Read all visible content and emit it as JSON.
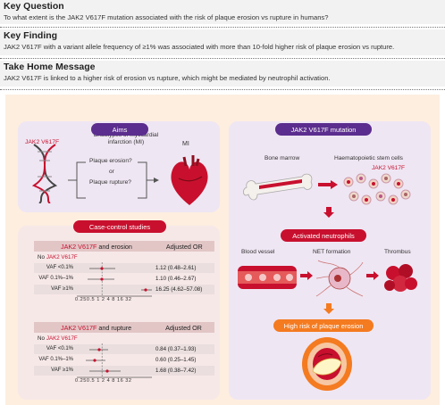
{
  "key_question": {
    "heading": "Key Question",
    "text": "To what extent is the JAK2 V617F mutation associated with the risk of plaque erosion vs rupture in humans?"
  },
  "key_finding": {
    "heading": "Key Finding",
    "text": "JAK2 V617F with a variant allele frequency of ≥1% was associated with more than 10-fold higher risk of plaque erosion vs rupture."
  },
  "take_home": {
    "heading": "Take Home Message",
    "text": "JAK2 V617F is linked to a higher risk of erosion vs rupture, which might be mediated by neutrophil activation."
  },
  "aims": {
    "title": "Aims",
    "gene": "JAK2 V617F",
    "endotypes": "Endotypes of myocardial infarction (MI)",
    "erosion_q": "Plaque erosion?",
    "or": "or",
    "rupture_q": "Plaque rupture?",
    "mi": "MI"
  },
  "case_control": {
    "title": "Case-control studies",
    "erosion_table": {
      "header_gene": "JAK2 V617F",
      "header_rest": " and erosion",
      "header_or": "Adjusted OR",
      "no_label": "No",
      "no_gene": "JAK2 V617F",
      "rows": [
        {
          "label": "VAF <0.1%",
          "ci": "1.12 (0.48–2.61)"
        },
        {
          "label": "VAF 0.1%–1%",
          "ci": "1.10 (0.46–2.67)"
        },
        {
          "label": "VAF ≥1%",
          "ci": "16.25 (4.62–57.08)"
        }
      ],
      "ticks": [
        "0.25",
        "0.5",
        "1",
        "2",
        "4",
        "8",
        "16",
        "32"
      ]
    },
    "rupture_table": {
      "header_gene": "JAK2 V617F",
      "header_rest": " and rupture",
      "header_or": "Adjusted OR",
      "no_label": "No",
      "no_gene": "JAK2 V617F",
      "rows": [
        {
          "label": "VAF <0.1%",
          "ci": "0.84 (0.37–1.93)"
        },
        {
          "label": "VAF 0.1%–1%",
          "ci": "0.60 (0.25–1.45)"
        },
        {
          "label": "VAF ≥1%",
          "ci": "1.68 (0.38–7.42)"
        }
      ],
      "ticks": [
        "0.25",
        "0.5",
        "1",
        "2",
        "4",
        "8",
        "16",
        "32"
      ]
    }
  },
  "mechanism": {
    "title": "JAK2 V617F mutation",
    "bone_marrow": "Bone marrow",
    "hsc": "Haematopoietic stem cells",
    "hsc_gene": "JAK2 V617F",
    "activated": "Activated neutrophils",
    "blood_vessel": "Blood vessel",
    "net": "NET formation",
    "thrombus": "Thrombus",
    "risk": "High risk of plaque erosion"
  },
  "colors": {
    "purple": "#5b2d8e",
    "red": "#c8102e",
    "orange": "#f47b20"
  }
}
